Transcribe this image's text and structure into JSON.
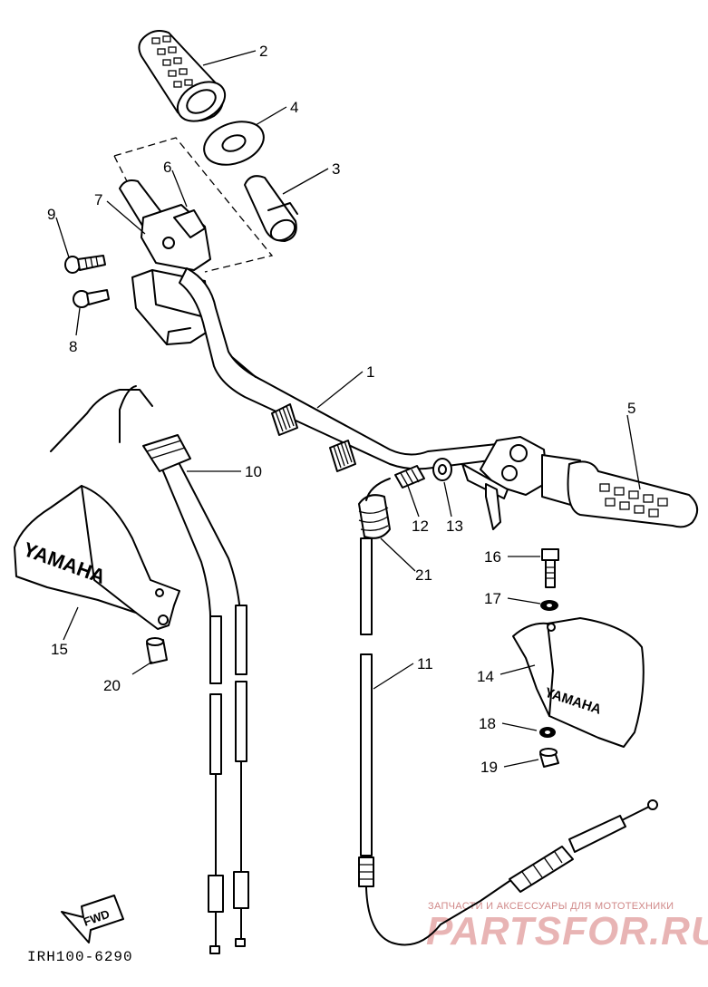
{
  "diagram_code": "IRH100-6290",
  "fwd_label": "FWD",
  "brand_left": "YAMAHA",
  "brand_right": "YAMAHA",
  "watermark": {
    "line1": "ЗАПЧАСТИ И АКСЕССУАРЫ ДЛЯ МОТОТЕХНИКИ",
    "line2": "PARTSFOR.RU"
  },
  "callouts": {
    "c1": "1",
    "c2": "2",
    "c3": "3",
    "c4": "4",
    "c5": "5",
    "c6": "6",
    "c7": "7",
    "c8": "8",
    "c9": "9",
    "c10": "10",
    "c11": "11",
    "c12": "12",
    "c13": "13",
    "c14": "14",
    "c15": "15",
    "c16": "16",
    "c17": "17",
    "c18": "18",
    "c19": "19",
    "c20": "20",
    "c21": "21"
  }
}
